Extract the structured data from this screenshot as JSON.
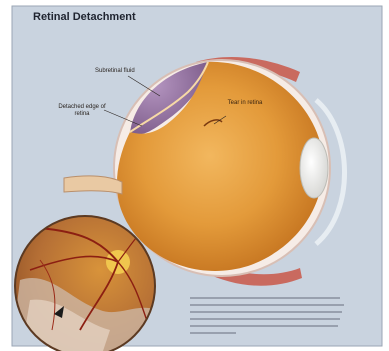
{
  "title": "Retinal Detachment",
  "labels": {
    "subretinal_fluid": "Subretinal fluid",
    "detached_edge": "Detached edge of retina",
    "tear": "Tear in retina"
  },
  "colors": {
    "panel_background": "#c9d3df",
    "sclera": "#f6ece6",
    "vitreous": "#e39a3a",
    "subretinal_fluid": "#8d6d99",
    "fundus_background": "#a86a3e",
    "vessels": "#8c1f12"
  }
}
